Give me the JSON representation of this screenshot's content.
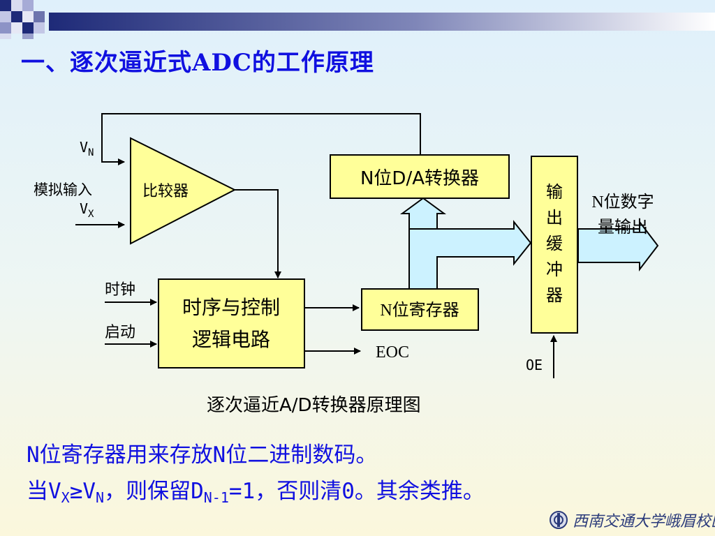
{
  "page": {
    "title": "一、逐次逼近式ADC的工作原理"
  },
  "diagram": {
    "vn_label": "V",
    "vn_sub": "N",
    "vx_label": "V",
    "vx_sub": "X",
    "analog_input_label": "模拟输入",
    "comparator_label": "比较器",
    "dac_label": "N位D/A转换器",
    "output_buffer_chars": [
      "输",
      "出",
      "缓",
      "冲",
      "器"
    ],
    "digital_output_line1": "N位数字",
    "digital_output_line2": "量输出",
    "clock_label": "时钟",
    "start_label": "启动",
    "logic_line1": "时序与控制",
    "logic_line2": "逻辑电路",
    "register_label": "N位寄存器",
    "eoc_label": "EOC",
    "oe_label": "OE",
    "caption": "逐次逼近A/D转换器原理图"
  },
  "notes": {
    "line1": "N位寄存器用来存放N位二进制数码。",
    "line2_a": "当V",
    "line2_sub1": "X",
    "line2_b": "≥V",
    "line2_sub2": "N",
    "line2_c": "，则保留D",
    "line2_sub3": "N-1",
    "line2_d": "=1，否则清0。其余类推。"
  },
  "footer": {
    "university": "西南交通大学峨眉校区",
    "logo_icon": "university-seal-icon"
  },
  "colors": {
    "block_fill": "#ffff99",
    "arrow_fill": "#ccf2ff",
    "title_blue": "#1010e0",
    "topbar_dark": "#1e2a78"
  }
}
